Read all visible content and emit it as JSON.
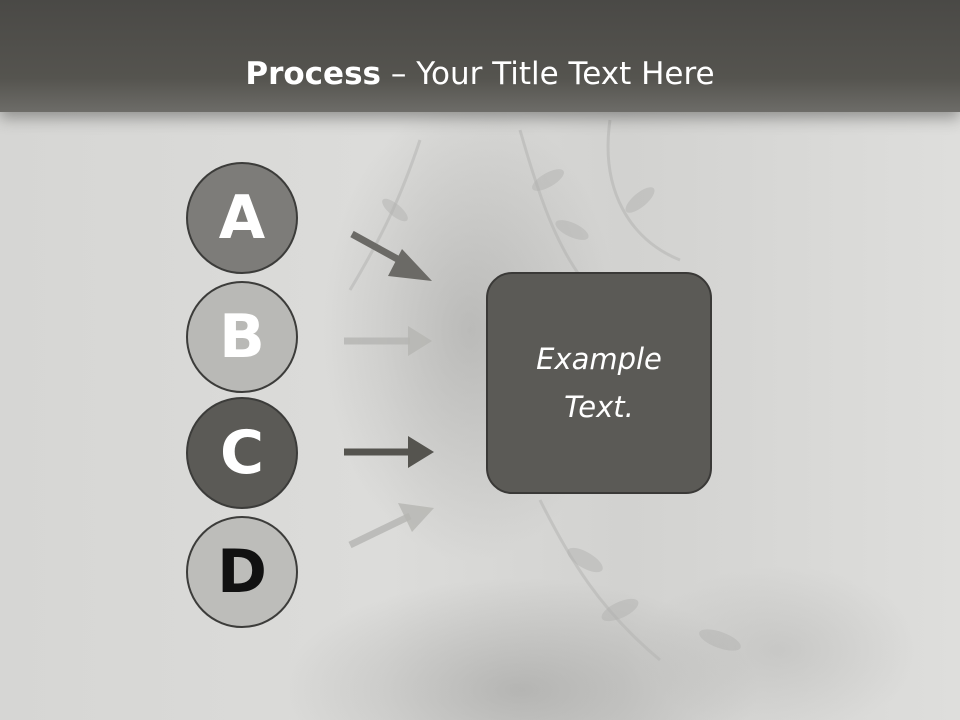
{
  "title": {
    "bold": "Process",
    "rest": " – Your Title Text Here"
  },
  "steps": [
    {
      "label": "A"
    },
    {
      "label": "B"
    },
    {
      "label": "C"
    },
    {
      "label": "D"
    }
  ],
  "result": {
    "text": "Example Text."
  },
  "colors": {
    "title_bar": "#55544f",
    "circle_a": "#7d7c79",
    "circle_b": "#b9b9b6",
    "circle_c": "#5b5a56",
    "circle_d": "#bdbdba",
    "box": "#5b5a56"
  }
}
